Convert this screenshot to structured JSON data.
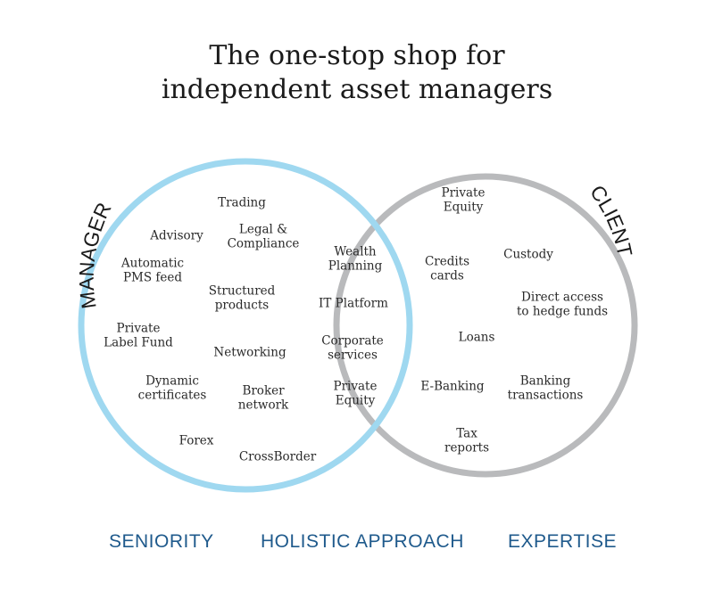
{
  "title": {
    "line1": "The one-stop shop for",
    "line2": "independent asset managers"
  },
  "colors": {
    "manager_circle": "#9fd8f0",
    "client_circle": "#b9babc",
    "footer_text": "#1f5a8c"
  },
  "manager_label": "MANAGER",
  "client_label": "CLIENT",
  "manager_items": [
    [
      "Trading"
    ],
    [
      "Advisory"
    ],
    [
      "Legal &",
      "Compliance"
    ],
    [
      "Automatic",
      "PMS feed"
    ],
    [
      "Structured",
      "products"
    ],
    [
      "Private",
      "Label Fund"
    ],
    [
      "Networking"
    ],
    [
      "Dynamic",
      "certificates"
    ],
    [
      "Broker",
      "network"
    ],
    [
      "Forex"
    ],
    [
      "CrossBorder"
    ]
  ],
  "overlap_items": [
    [
      "Wealth",
      "Planning"
    ],
    [
      "IT Platform"
    ],
    [
      "Corporate",
      "services"
    ],
    [
      "Private",
      "Equity"
    ]
  ],
  "client_items": [
    [
      "Private",
      "Equity"
    ],
    [
      "Custody"
    ],
    [
      "Credits",
      "cards"
    ],
    [
      "Direct access",
      "to hedge funds"
    ],
    [
      "Loans"
    ],
    [
      "E-Banking"
    ],
    [
      "Banking",
      "transactions"
    ],
    [
      "Tax",
      "reports"
    ]
  ],
  "footer": {
    "left": "SENIORITY",
    "center": "HOLISTIC APPROACH",
    "right": "EXPERTISE"
  }
}
